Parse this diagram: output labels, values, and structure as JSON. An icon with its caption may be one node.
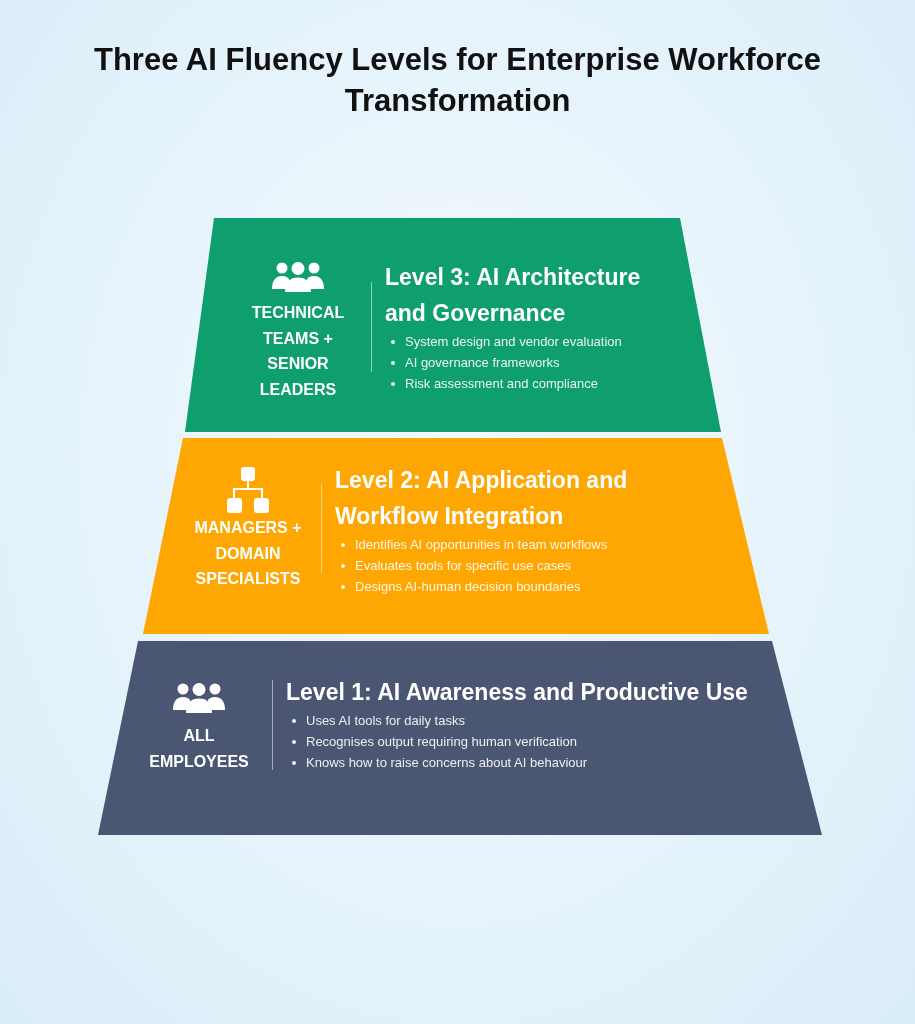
{
  "diagram": {
    "title": "Three AI Fluency Levels for Enterprise Workforce Transformation",
    "nodes": [
      {
        "text": [
          "TECHNICAL TEAMS + SENIOR LEADERS",
          "Level 3: AI Architecture and Governance",
          "System design and vendor evaluation",
          "AI governance frameworks",
          "Risk assessment and compliance"
        ]
      },
      {
        "text": [
          "MANAGERS + DOMAIN SPECIALISTS",
          "Level 2: AI Application and Workflow Integration",
          "Identifies AI opportunities in team workflows",
          "Evaluates tools for specific use cases",
          "Designs AI-human decision boundaries"
        ]
      },
      {
        "text": [
          "ALL EMPLOYEES",
          "Level 1: AI Awareness and Productive Use",
          "Uses AI tools for daily tasks",
          "Recognises output requiring human verification",
          "Knows how to raise concerns about AI behaviour"
        ]
      }
    ]
  }
}
